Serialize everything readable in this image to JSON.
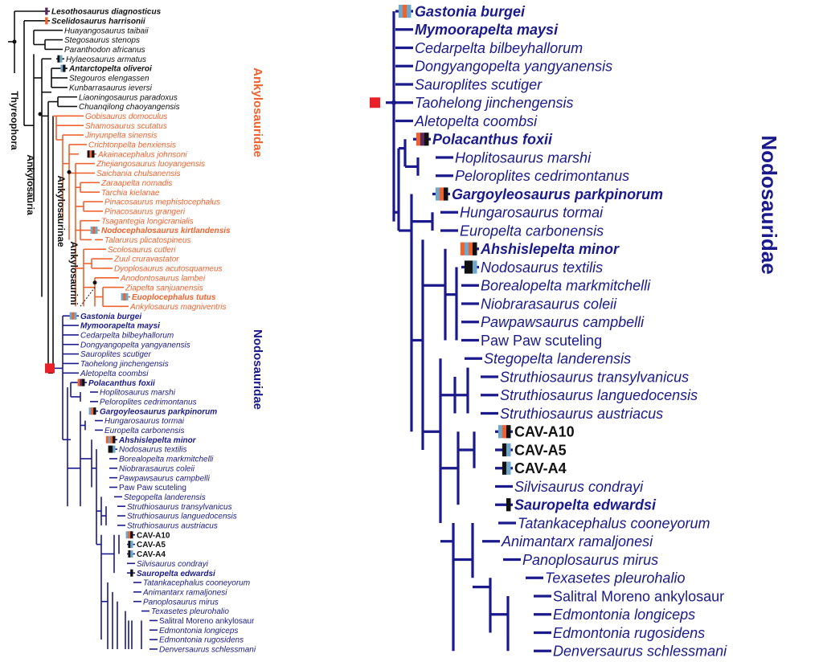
{
  "colors": {
    "outgroup": "#111111",
    "ankylosauridae": "#f0622d",
    "nodosauridae": "#1a1a8c",
    "cav": "#111111",
    "root_marker": "#e8202a",
    "marker_light_blue": "#6fa8c8",
    "marker_orange": "#f0622d",
    "marker_purple": "#5a2a5e",
    "marker_black": "#111111"
  },
  "left_panel": {
    "clade_labels": {
      "thyreophora": "Thyreophora",
      "ankylosauria": "Ankylosauria",
      "ankylosaurinae": "Ankylosaurinae",
      "ankylosaurini": "Ankylosaurini",
      "ankylosauridae": "Ankylosauridae",
      "nodosauridae": "Nodosauridae"
    },
    "taxa": [
      {
        "name": "Lesothosaurus diagnosticus",
        "group": "outgroup",
        "bold": true,
        "marker": [
          "purple"
        ]
      },
      {
        "name": "Scelidosaurus harrisonii",
        "group": "outgroup",
        "bold": true,
        "marker": [
          "orange"
        ]
      },
      {
        "name": "Huayangosaurus taibaii",
        "group": "outgroup",
        "bold": false
      },
      {
        "name": "Stegosaurus stenops",
        "group": "outgroup",
        "bold": false
      },
      {
        "name": "Paranthodon africanus",
        "group": "outgroup",
        "bold": false
      },
      {
        "name": "Hylaeosaurus armatus",
        "group": "outgroup",
        "bold": false,
        "marker": [
          "black",
          "light_blue"
        ]
      },
      {
        "name": "Antarctopelta oliveroi",
        "group": "outgroup",
        "bold": true,
        "marker": [
          "light_blue",
          "black"
        ]
      },
      {
        "name": "Stegouros elengassen",
        "group": "outgroup",
        "bold": false
      },
      {
        "name": "Kunbarrasaurus ieversi",
        "group": "outgroup",
        "bold": false
      },
      {
        "name": "Liaoningosaurus paradoxus",
        "group": "outgroup",
        "bold": false
      },
      {
        "name": "Chuanqilong chaoyangensis",
        "group": "outgroup",
        "bold": false
      },
      {
        "name": "Gobisaurus domoculus",
        "group": "ankylosauridae",
        "bold": false
      },
      {
        "name": "Shamosaurus scutatus",
        "group": "ankylosauridae",
        "bold": false
      },
      {
        "name": "Jinyunpelta sinensis",
        "group": "ankylosauridae",
        "bold": false
      },
      {
        "name": "Crichtonpelta benxiensis",
        "group": "ankylosauridae",
        "bold": false
      },
      {
        "name": "Akainacephalus johnsoni",
        "group": "ankylosauridae",
        "bold": false,
        "marker": [
          "black",
          "orange",
          "black"
        ]
      },
      {
        "name": "Zhejiangosaurus luoyangensis",
        "group": "ankylosauridae",
        "bold": false
      },
      {
        "name": "Saichania chulsanensis",
        "group": "ankylosauridae",
        "bold": false
      },
      {
        "name": "Zaraapelta nomadis",
        "group": "ankylosauridae",
        "bold": false
      },
      {
        "name": "Tarchia kielanae",
        "group": "ankylosauridae",
        "bold": false
      },
      {
        "name": "Pinacosaurus mephistocephalus",
        "group": "ankylosauridae",
        "bold": false
      },
      {
        "name": "Pinacosaurus grangeri",
        "group": "ankylosauridae",
        "bold": false
      },
      {
        "name": "Tsagantegia longicranialis",
        "group": "ankylosauridae",
        "bold": false
      },
      {
        "name": "Nodocephalosaurus kirtlandensis",
        "group": "ankylosauridae",
        "bold": true,
        "marker": [
          "light_blue",
          "orange",
          "light_blue"
        ]
      },
      {
        "name": "Talarurus plicatospineus",
        "group": "ankylosauridae",
        "bold": false
      },
      {
        "name": "Scolosaurus cutleri",
        "group": "ankylosauridae",
        "bold": false
      },
      {
        "name": "Zuul cruravastator",
        "group": "ankylosauridae",
        "bold": false
      },
      {
        "name": "Dyoplosaurus acutosquameus",
        "group": "ankylosauridae",
        "bold": false
      },
      {
        "name": "Anodontosaurus lambei",
        "group": "ankylosauridae",
        "bold": false
      },
      {
        "name": "Ziapelta sanjuanensis",
        "group": "ankylosauridae",
        "bold": false
      },
      {
        "name": "Euoplocephalus tutus",
        "group": "ankylosauridae",
        "bold": true,
        "marker": [
          "light_blue",
          "orange",
          "light_blue"
        ]
      },
      {
        "name": "Ankylosaurus magniventris",
        "group": "ankylosauridae",
        "bold": false
      },
      {
        "name": "Gastonia burgei",
        "group": "nodosauridae",
        "bold": true,
        "marker": [
          "light_blue",
          "orange",
          "light_blue"
        ]
      },
      {
        "name": "Mymoorapelta maysi",
        "group": "nodosauridae",
        "bold": true
      },
      {
        "name": "Cedarpelta bilbeyhallorum",
        "group": "nodosauridae",
        "bold": false
      },
      {
        "name": "Dongyangopelta yangyanensis",
        "group": "nodosauridae",
        "bold": false
      },
      {
        "name": "Sauroplites scutiger",
        "group": "nodosauridae",
        "bold": false
      },
      {
        "name": "Taohelong jinchengensis",
        "group": "nodosauridae",
        "bold": false
      },
      {
        "name": "Aletopelta coombsi",
        "group": "nodosauridae",
        "bold": false
      },
      {
        "name": "Polacanthus foxii",
        "group": "nodosauridae",
        "bold": true,
        "marker": [
          "orange",
          "purple",
          "black"
        ]
      },
      {
        "name": "Hoplitosaurus marshi",
        "group": "nodosauridae",
        "bold": false
      },
      {
        "name": "Peloroplites cedrimontanus",
        "group": "nodosauridae",
        "bold": false
      },
      {
        "name": "Gargoyleosaurus parkpinorum",
        "group": "nodosauridae",
        "bold": true,
        "marker": [
          "light_blue",
          "orange",
          "black"
        ]
      },
      {
        "name": "Hungarosaurus tormai",
        "group": "nodosauridae",
        "bold": false
      },
      {
        "name": "Europelta carbonensis",
        "group": "nodosauridae",
        "bold": false
      },
      {
        "name": "Ahshislepelta minor",
        "group": "nodosauridae",
        "bold": true,
        "marker": [
          "orange",
          "light_blue",
          "orange",
          "black"
        ]
      },
      {
        "name": "Nodosaurus textilis",
        "group": "nodosauridae",
        "bold": false,
        "marker": [
          "black",
          "black",
          "light_blue"
        ]
      },
      {
        "name": "Borealopelta markmitchelli",
        "group": "nodosauridae",
        "bold": false
      },
      {
        "name": "Niobrarasaurus coleii",
        "group": "nodosauridae",
        "bold": false
      },
      {
        "name": "Pawpawsaurus campbelli",
        "group": "nodosauridae",
        "bold": false
      },
      {
        "name": "Paw Paw scuteling",
        "group": "nodosauridae",
        "bold": false,
        "upright": true
      },
      {
        "name": "Stegopelta landerensis",
        "group": "nodosauridae",
        "bold": false
      },
      {
        "name": "Struthiosaurus transylvanicus",
        "group": "nodosauridae",
        "bold": false
      },
      {
        "name": "Struthiosaurus languedocensis",
        "group": "nodosauridae",
        "bold": false
      },
      {
        "name": "Struthiosaurus austriacus",
        "group": "nodosauridae",
        "bold": false
      },
      {
        "name": "CAV-A10",
        "group": "cav",
        "bold": true,
        "upright": true,
        "marker": [
          "light_blue",
          "orange",
          "black"
        ]
      },
      {
        "name": "CAV-A5",
        "group": "cav",
        "bold": true,
        "upright": true,
        "marker": [
          "black",
          "light_blue"
        ]
      },
      {
        "name": "CAV-A4",
        "group": "cav",
        "bold": true,
        "upright": true,
        "marker": [
          "black",
          "light_blue"
        ]
      },
      {
        "name": "Silvisaurus condrayi",
        "group": "nodosauridae",
        "bold": false
      },
      {
        "name": "Sauropelta edwardsi",
        "group": "nodosauridae",
        "bold": true,
        "marker": [
          "black"
        ]
      },
      {
        "name": "Tatankacephalus cooneyorum",
        "group": "nodosauridae",
        "bold": false
      },
      {
        "name": "Animantarx ramaljonesi",
        "group": "nodosauridae",
        "bold": false
      },
      {
        "name": "Panoplosaurus mirus",
        "group": "nodosauridae",
        "bold": false
      },
      {
        "name": "Texasetes pleurohalio",
        "group": "nodosauridae",
        "bold": false
      },
      {
        "name": "Salitral Moreno ankylosaur",
        "group": "nodosauridae",
        "bold": false,
        "upright": true
      },
      {
        "name": "Edmontonia longiceps",
        "group": "nodosauridae",
        "bold": false
      },
      {
        "name": "Edmontonia rugosidens",
        "group": "nodosauridae",
        "bold": false
      },
      {
        "name": "Denversaurus schlessmani",
        "group": "nodosauridae",
        "bold": false
      }
    ]
  },
  "right_panel": {
    "clade_label": "Nodosauridae",
    "taxa": [
      {
        "name": "Gastonia burgei",
        "group": "nodosauridae",
        "bold": true,
        "marker": [
          "light_blue",
          "orange",
          "light_blue"
        ]
      },
      {
        "name": "Mymoorapelta maysi",
        "group": "nodosauridae",
        "bold": true
      },
      {
        "name": "Cedarpelta bilbeyhallorum",
        "group": "nodosauridae",
        "bold": false
      },
      {
        "name": "Dongyangopelta yangyanensis",
        "group": "nodosauridae",
        "bold": false
      },
      {
        "name": "Sauroplites scutiger",
        "group": "nodosauridae",
        "bold": false
      },
      {
        "name": "Taohelong jinchengensis",
        "group": "nodosauridae",
        "bold": false
      },
      {
        "name": "Aletopelta coombsi",
        "group": "nodosauridae",
        "bold": false
      },
      {
        "name": "Polacanthus foxii",
        "group": "nodosauridae",
        "bold": true,
        "marker": [
          "orange",
          "purple",
          "black"
        ]
      },
      {
        "name": "Hoplitosaurus marshi",
        "group": "nodosauridae",
        "bold": false
      },
      {
        "name": "Peloroplites cedrimontanus",
        "group": "nodosauridae",
        "bold": false
      },
      {
        "name": "Gargoyleosaurus parkpinorum",
        "group": "nodosauridae",
        "bold": true,
        "marker": [
          "light_blue",
          "orange",
          "black"
        ]
      },
      {
        "name": "Hungarosaurus tormai",
        "group": "nodosauridae",
        "bold": false
      },
      {
        "name": "Europelta carbonensis",
        "group": "nodosauridae",
        "bold": false
      },
      {
        "name": "Ahshislepelta minor",
        "group": "nodosauridae",
        "bold": true,
        "marker": [
          "orange",
          "light_blue",
          "orange",
          "black"
        ]
      },
      {
        "name": "Nodosaurus textilis",
        "group": "nodosauridae",
        "bold": false,
        "marker": [
          "black",
          "black",
          "light_blue"
        ]
      },
      {
        "name": "Borealopelta markmitchelli",
        "group": "nodosauridae",
        "bold": false
      },
      {
        "name": "Niobrarasaurus coleii",
        "group": "nodosauridae",
        "bold": false
      },
      {
        "name": "Pawpawsaurus campbelli",
        "group": "nodosauridae",
        "bold": false
      },
      {
        "name": "Paw Paw scuteling",
        "group": "nodosauridae",
        "bold": false,
        "upright": true
      },
      {
        "name": "Stegopelta landerensis",
        "group": "nodosauridae",
        "bold": false
      },
      {
        "name": "Struthiosaurus transylvanicus",
        "group": "nodosauridae",
        "bold": false
      },
      {
        "name": "Struthiosaurus languedocensis",
        "group": "nodosauridae",
        "bold": false
      },
      {
        "name": "Struthiosaurus austriacus",
        "group": "nodosauridae",
        "bold": false
      },
      {
        "name": "CAV-A10",
        "group": "cav",
        "bold": true,
        "upright": true,
        "marker": [
          "light_blue",
          "orange",
          "black"
        ]
      },
      {
        "name": "CAV-A5",
        "group": "cav",
        "bold": true,
        "upright": true,
        "marker": [
          "black",
          "light_blue"
        ]
      },
      {
        "name": "CAV-A4",
        "group": "cav",
        "bold": true,
        "upright": true,
        "marker": [
          "black",
          "light_blue"
        ]
      },
      {
        "name": "Silvisaurus condrayi",
        "group": "nodosauridae",
        "bold": false
      },
      {
        "name": "Sauropelta edwardsi",
        "group": "nodosauridae",
        "bold": true,
        "marker": [
          "black"
        ]
      },
      {
        "name": "Tatankacephalus cooneyorum",
        "group": "nodosauridae",
        "bold": false
      },
      {
        "name": "Animantarx ramaljonesi",
        "group": "nodosauridae",
        "bold": false
      },
      {
        "name": "Panoplosaurus mirus",
        "group": "nodosauridae",
        "bold": false
      },
      {
        "name": "Texasetes pleurohalio",
        "group": "nodosauridae",
        "bold": false
      },
      {
        "name": "Salitral Moreno ankylosaur",
        "group": "nodosauridae",
        "bold": false,
        "upright": true
      },
      {
        "name": "Edmontonia longiceps",
        "group": "nodosauridae",
        "bold": false
      },
      {
        "name": "Edmontonia rugosidens",
        "group": "nodosauridae",
        "bold": false
      },
      {
        "name": "Denversaurus schlessmani",
        "group": "nodosauridae",
        "bold": false
      }
    ]
  }
}
